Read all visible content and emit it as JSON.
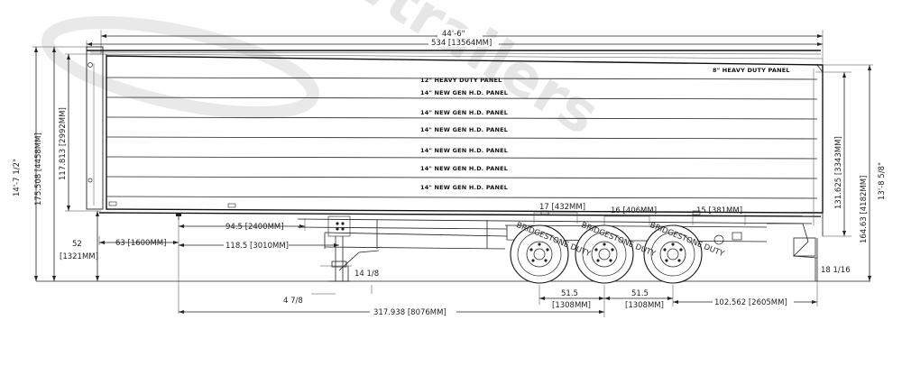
{
  "watermark": {
    "text": "newtrailers",
    "color": "#e4e4e4"
  },
  "dimensions": {
    "overall_length_ft": "44'-6\"",
    "overall_length": "534 [13564MM]",
    "total_height_ft": "14'-7 1/2\"",
    "total_height": "175.508 [4458MM]",
    "body_height": "117.813 [2992MM]",
    "ground_clearance": "52",
    "ground_clearance_mm": "[1321MM]",
    "front_overhang": "63 [1600MM]",
    "landing_gear_a": "94.5 [2400MM]",
    "landing_gear_b": "118.5 [3010MM]",
    "jack_height": "14 1/8",
    "jack_foot": "4 7/8",
    "kingpin_to_axle": "317.938 [8076MM]",
    "axle_spread_1": "51.5",
    "axle_spread_1_mm": "[1308MM]",
    "axle_spread_2": "51.5",
    "axle_spread_2_mm": "[1308MM]",
    "rear_overhang": "102.562 [2605MM]",
    "rear_clearance": "18 1/16",
    "wheel_1": "17 [432MM]",
    "wheel_2": "16 [406MM]",
    "wheel_3": "15 [381MM]",
    "rear_body_height": "131.625 [3343MM]",
    "rear_height_ft": "13'-8 5/8\"",
    "rear_height": "164.63 [4182MM]"
  },
  "panels": [
    "12\" HEAVY DUTY PANEL",
    "14\" NEW GEN H.D. PANEL",
    "14\" NEW GEN H.D. PANEL",
    "14\" NEW GEN H.D. PANEL",
    "14\" NEW GEN H.D. PANEL",
    "14\" NEW GEN H.D. PANEL",
    "14\" NEW GEN H.D. PANEL"
  ],
  "top_panel": "8\" HEAVY DUTY PANEL",
  "tire_text": "BRIDGESTONE DUTY"
}
